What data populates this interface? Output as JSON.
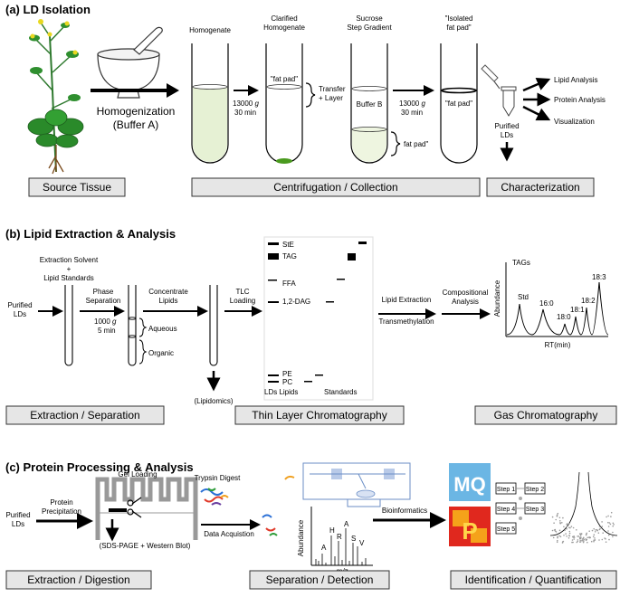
{
  "section_a": {
    "title": "(a) LD Isolation",
    "homogenization": "Homogenization",
    "buffer_a": "(Buffer A)",
    "tube_homogenate": "Homogenate",
    "tube_clarified_1": "Clarified",
    "tube_clarified_2": "Homogenate",
    "fat_pad_quote": "\"fat pad\"",
    "step1_speed": "13000",
    "step1_unit": "g",
    "step1_time": "30 min",
    "transfer": "Transfer",
    "layer": "+ Layer",
    "tube_sucrose_1": "Sucrose",
    "tube_sucrose_2": "Step Gradient",
    "buffer_b": "Buffer B",
    "fat_pad_label": "fat pad\"",
    "step2_speed": "13000",
    "step2_unit": "g",
    "step2_time": "30 min",
    "tube_isolated_1": "\"Isolated",
    "tube_isolated_2": "fat pad\"",
    "fat_pad_quote2": "\"fat pad\"",
    "purified_1": "Purified",
    "purified_2": "LDs",
    "out_lipid": "Lipid Analysis",
    "out_protein": "Protein Analysis",
    "out_visual": "Visualization",
    "box_source": "Source Tissue",
    "box_centrifugation": "Centrifugation / Collection",
    "box_characterization": "Characterization"
  },
  "section_b": {
    "title": "(b) Lipid Extraction & Analysis",
    "extraction_solvent": "Extraction Solvent",
    "plus": "+",
    "lipid_standards": "Lipid Standards",
    "purified_1": "Purified",
    "purified_2": "LDs",
    "phase_1": "Phase",
    "phase_2": "Separation",
    "phase_speed": "1000",
    "phase_unit": "g",
    "phase_time": "5 min",
    "aqueous": "Aqueous",
    "organic": "Organic",
    "lipidomics": "(Lipidomics)",
    "concentrate_1": "Concentrate",
    "concentrate_2": "Lipids",
    "tlc_1": "TLC",
    "tlc_2": "Loading",
    "tlc_ste": "StE",
    "tlc_tag": "TAG",
    "tlc_ffa": "FFA",
    "tlc_dag": "1,2-DAG",
    "tlc_pe": "PE",
    "tlc_pc": "PC",
    "tlc_ld_lipids": "LDs Lipids",
    "tlc_standards": "Standards",
    "lipid_extraction": "Lipid Extraction",
    "transmethylation": "Transmethylation",
    "comp_1": "Compositional",
    "comp_2": "Analysis",
    "gc_tags": "TAGs",
    "gc_std": "Std",
    "gc_160": "16:0",
    "gc_180": "18:0",
    "gc_181": "18:1",
    "gc_182": "18:2",
    "gc_183": "18:3",
    "gc_abundance": "Abundance",
    "gc_rt": "RT(min)",
    "box_extraction": "Extraction / Separation",
    "box_tlc": "Thin Layer Chromatography",
    "box_gc": "Gas Chromatography"
  },
  "section_c": {
    "title": "(c) Protein Processing & Analysis",
    "purified_1": "Purified",
    "purified_2": "LDs",
    "precip_1": "Protein",
    "precip_2": "Precipitation",
    "gel_loading": "Gel Loading",
    "sds_page": "(SDS-PAGE + Western Blot)",
    "trypsin": "Trypsin Digest",
    "data_acq": "Data Acquistion",
    "ms_abundance": "Abundance",
    "ms_mz": "m/z",
    "peak_h": "H",
    "peak_r": "R",
    "peak_a1": "A",
    "peak_a2": "A",
    "peak_s": "S",
    "peak_v": "V",
    "bioinformatics": "Bioinformatics",
    "mq_logo": "MQ",
    "p_logo": "P",
    "step1": "Step 1",
    "step2": "Step 2",
    "step3": "Step 3",
    "step4": "Step 4",
    "step5": "Step 5",
    "box_extraction": "Extraction / Digestion",
    "box_separation": "Separation / Detection",
    "box_identification": "Identification / Quantification"
  }
}
